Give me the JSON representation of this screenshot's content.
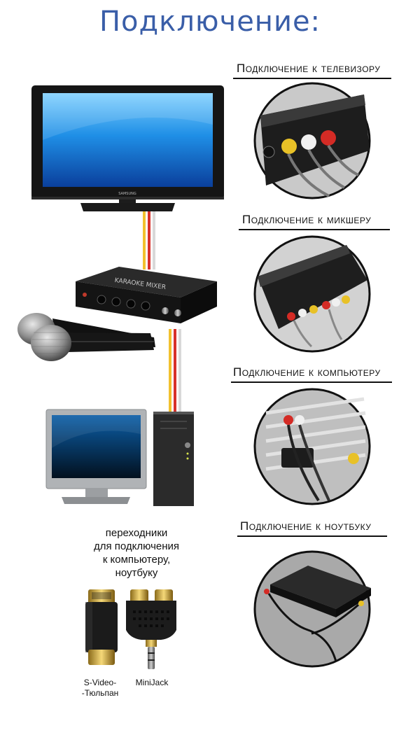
{
  "title": "Подключение:",
  "sections": [
    {
      "label": "Подключение к телевизору"
    },
    {
      "label": "Подключение к микшеру"
    },
    {
      "label": "Подключение к компьютеру"
    },
    {
      "label": "Подключение к ноутбуку"
    }
  ],
  "adapters": {
    "caption_line1": "переходники",
    "caption_line2": "для подключения",
    "caption_line3": "к компьютеру,",
    "caption_line4": "ноутбуку",
    "svideo_line1": "S-Video-",
    "svideo_line2": "-Тюльпан",
    "minijack": "MiniJack"
  },
  "device_text": {
    "tv_brand": "SAMSUNG",
    "mixer_name": "KARAOKE MIXER"
  },
  "colors": {
    "title": "#3a5ea8",
    "cable_yellow": "#f2c12e",
    "cable_red": "#d8312b",
    "cable_white": "#e6e6e6"
  }
}
